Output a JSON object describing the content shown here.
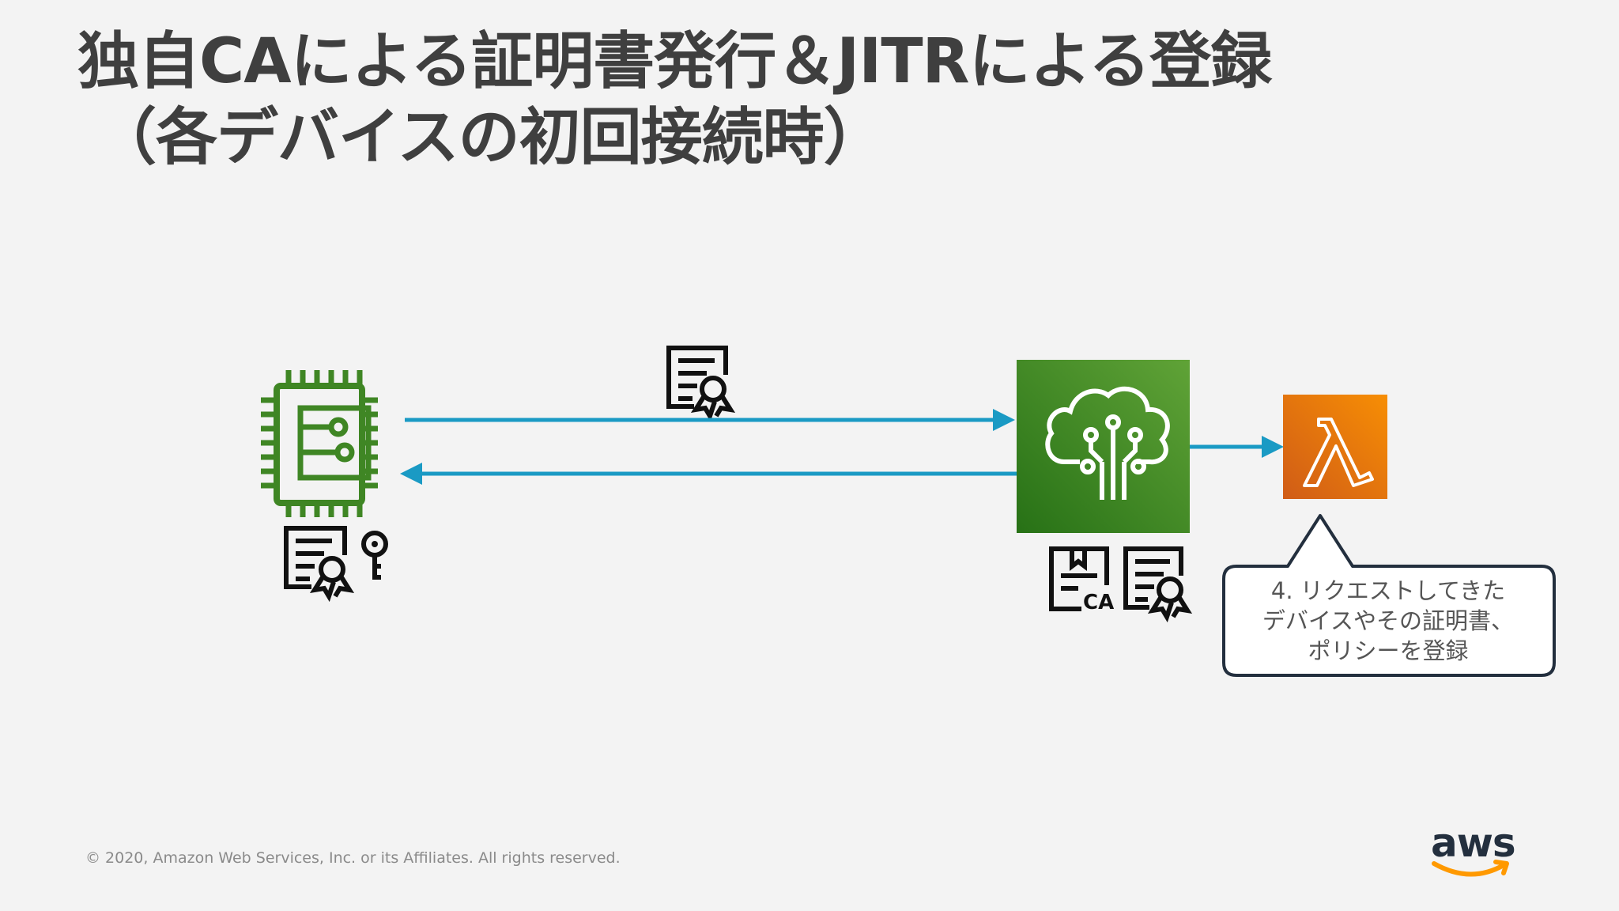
{
  "slide": {
    "title_line1": "独自CAによる証明書発行＆JITRによる登録",
    "title_line2": "（各デバイスの初回接続時）"
  },
  "diagram": {
    "device_icon": "iot-device-chip-icon",
    "core_icon": "iot-core-cloud-icon",
    "lambda_icon": "lambda-icon",
    "certificate_icon": "certificate-icon",
    "key_icon": "key-icon",
    "ca_certificate_icon": "ca-certificate-icon",
    "ca_label": "CA",
    "lambda_symbol": "λ",
    "callout": {
      "line1": "4. リクエストしてきた",
      "line2": "デバイスやその証明書、",
      "line3": "ポリシーを登録"
    }
  },
  "footer": {
    "copyright": "© 2020, Amazon Web Services, Inc. or its Affiliates. All rights reserved.",
    "logo_text": "aws"
  },
  "colors": {
    "background": "#f3f3f3",
    "title": "#3f3f3f",
    "arrow": "#1a9ac4",
    "device_green": "#3f8624",
    "iot_core_green_light": "#60a337",
    "iot_core_green_dark": "#277116",
    "lambda_orange_light": "#f78e04",
    "lambda_orange_dark": "#d05c17",
    "callout_border": "#232f3e",
    "aws_orange": "#ff9900"
  }
}
